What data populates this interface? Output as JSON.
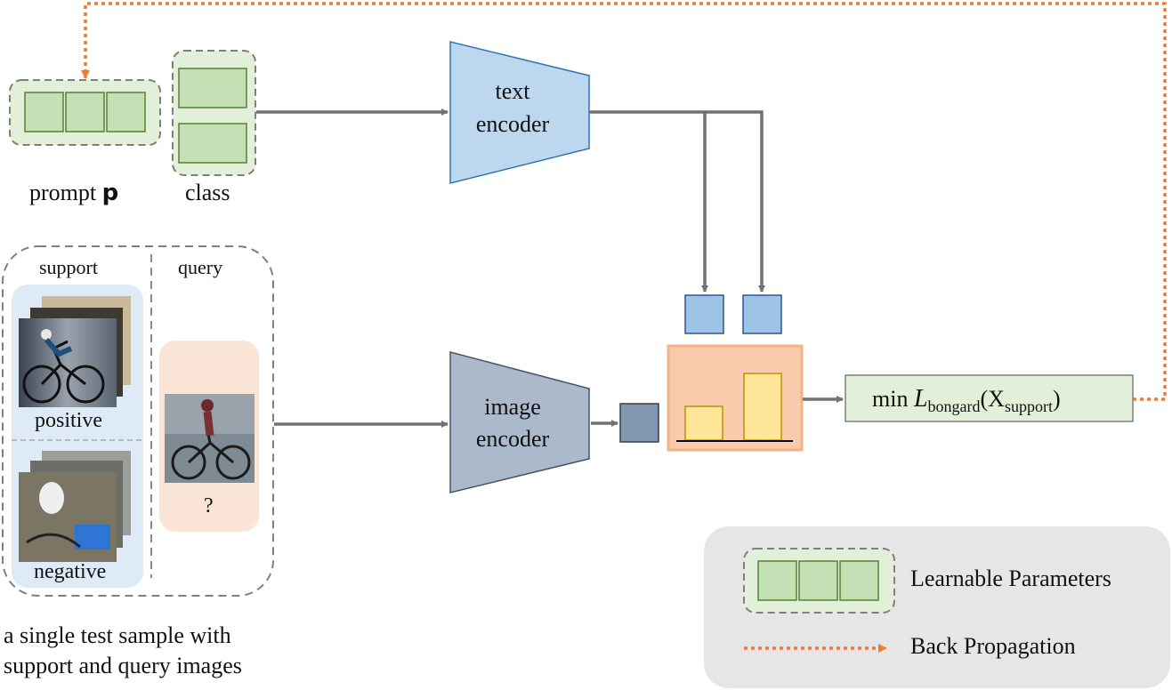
{
  "prompt": {
    "label_main": "prompt ",
    "label_bold": "p"
  },
  "class_label": "class",
  "text_encoder": {
    "line1": "text",
    "line2": "encoder"
  },
  "image_encoder": {
    "line1": "image",
    "line2": "encoder"
  },
  "sample": {
    "support_header": "support",
    "query_header": "query",
    "positive_label": "positive",
    "negative_label": "negative",
    "query_mark": "?",
    "caption_line1": "a single test sample with",
    "caption_line2": "support and query images"
  },
  "loss": {
    "prefix": "min ",
    "symbol": "L",
    "subscript": "bongard",
    "arg_open": "(X",
    "arg_sub": "support",
    "arg_close": ")"
  },
  "legend": {
    "learnable": "Learnable Parameters",
    "backprop": "Back Propagation"
  },
  "colors": {
    "learnable_bg": "#e2efd9",
    "learnable_cell": "#c5e0b4",
    "learnable_border": "#548235",
    "text_encoder": "#bdd7ee",
    "image_encoder": "#acb9ca",
    "feature_blue": "#9dc3e6",
    "logit_bg": "#f8cbad",
    "logit_bar": "#ffe699",
    "support_bg": "#deebf7",
    "query_bg": "#fbe5d6",
    "backprop": "#ed7d31",
    "arrow": "#767171",
    "legend_bg": "#e7e6e6"
  }
}
